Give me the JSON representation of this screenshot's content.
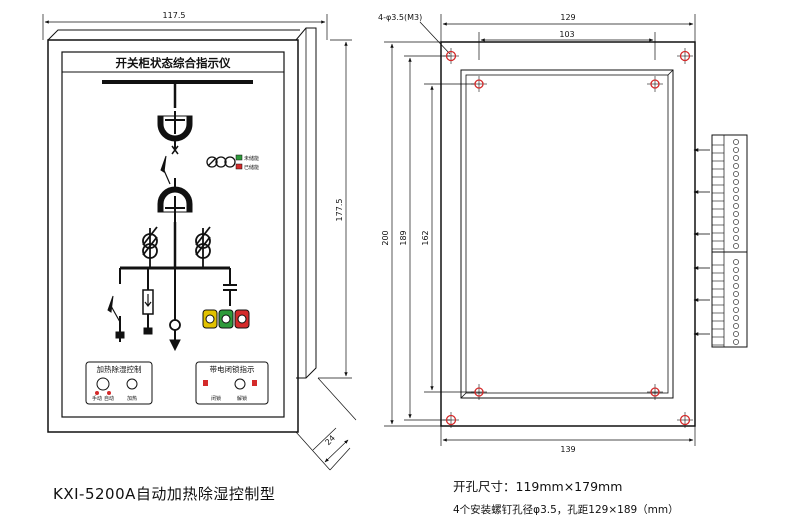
{
  "front_view": {
    "panel_title": "开关柜状态综合指示仪",
    "dim_width": "117.5",
    "dim_height": "177.5",
    "dim_depth": "24",
    "legend": [
      "未储能",
      "已储能"
    ],
    "heater_box": {
      "title": "加热除湿控制",
      "labels": [
        "手动",
        "自动",
        "加热"
      ]
    },
    "lock_box": {
      "title": "带电闭锁指示",
      "labels": [
        "闭锁",
        "解锁"
      ]
    }
  },
  "rear_view": {
    "hole_note": "4-φ3.5(M3)",
    "dim_top_outer": "129",
    "dim_top_inner": "103",
    "dim_height_outer": "200",
    "dim_height_mid": "189",
    "dim_height_inner": "162",
    "dim_bottom": "139"
  },
  "model_caption": "KXI-5200A自动加热除湿控制型",
  "cutout_caption": "开孔尺寸：119mm×179mm",
  "mounting_caption": "4个安装螺钉孔径φ3.5，孔距129×189（mm）",
  "colors": {
    "line": "#111111",
    "led_green": "#2e9a3a",
    "led_red": "#d42a2a",
    "led_yellow": "#e2c200"
  }
}
